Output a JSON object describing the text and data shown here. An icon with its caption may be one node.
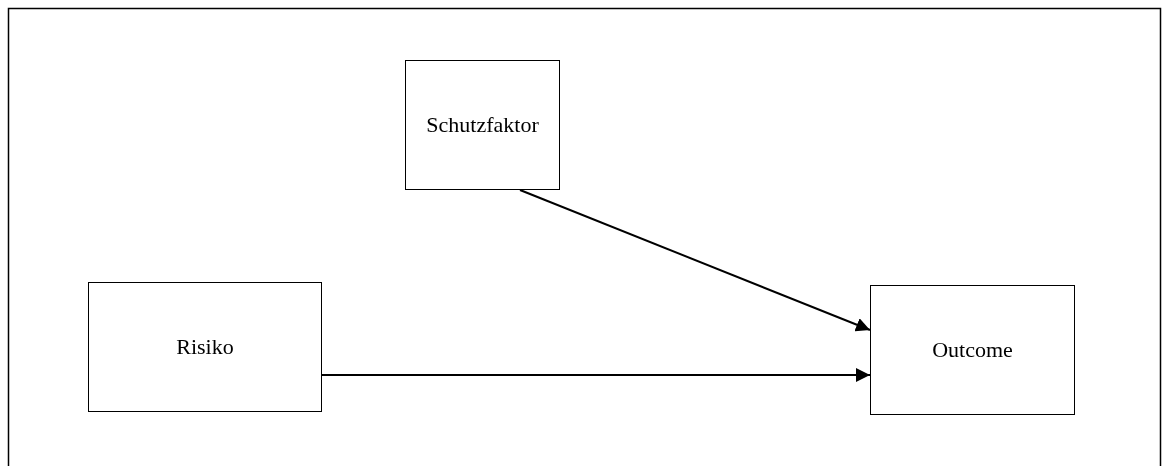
{
  "diagram": {
    "nodes": [
      {
        "text": [
          "Schutzfaktor"
        ]
      },
      {
        "text": [
          "Risiko"
        ]
      },
      {
        "text": [
          "Outcome"
        ]
      }
    ],
    "edges": [
      {
        "from": 0,
        "to": 2,
        "arrow": "to"
      },
      {
        "from": 1,
        "to": 2,
        "arrow": "to"
      }
    ]
  }
}
